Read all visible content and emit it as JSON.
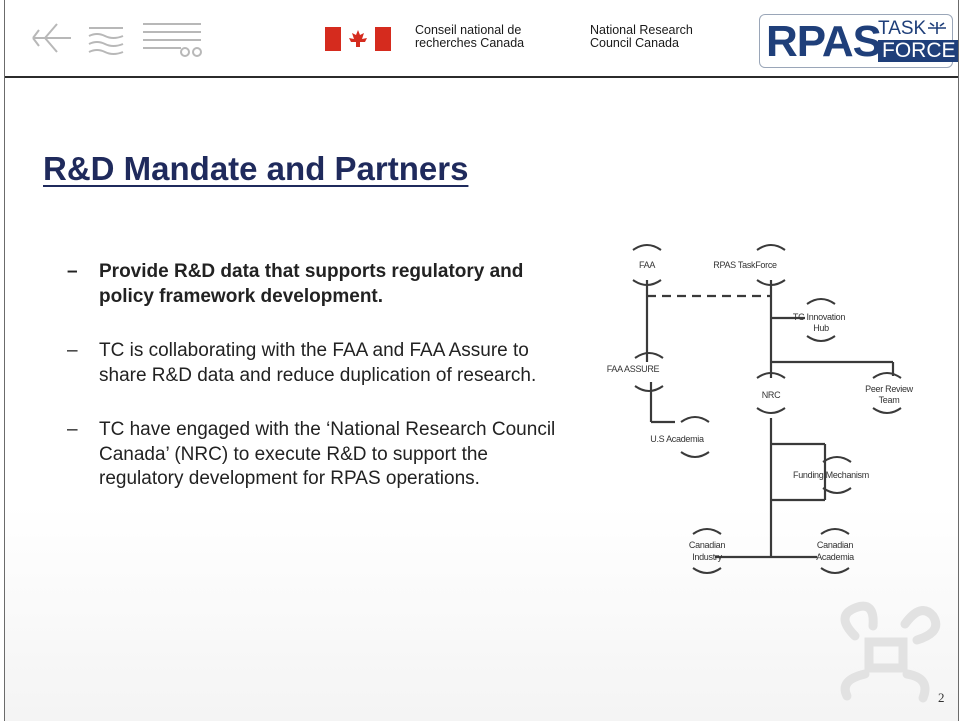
{
  "header": {
    "org_name_fr": "Conseil national de\nrecherches Canada",
    "org_name_en": "National Research\nCouncil Canada",
    "logo": {
      "big": "RPAS",
      "task": "TASK",
      "force": "FORCE"
    },
    "icons": [
      "plane-icon",
      "waves-icon",
      "train-icon",
      "canada-flag-icon",
      "drone-icon"
    ]
  },
  "slide": {
    "title": "R&D Mandate and Partners",
    "bullets": [
      {
        "dash": "–",
        "text": "Provide R&D data that supports regulatory and policy framework development."
      },
      {
        "dash": "–",
        "text": "TC is collaborating with the FAA and FAA Assure to share R&D data and reduce duplication of research."
      },
      {
        "dash": "–",
        "text": "TC have engaged with the ‘National Research Council Canada’ (NRC) to execute R&D to support the regulatory development for RPAS operations."
      }
    ],
    "page_number": "2"
  },
  "diagram": {
    "nodes": {
      "faa": "FAA",
      "rpas_taskforce": "RPAS TaskForce",
      "tc_innovation_hub_1": "TC Innovation",
      "tc_innovation_hub_2": "Hub",
      "faa_assure": "FAA ASSURE",
      "nrc": "NRC",
      "peer_review_1": "Peer Review",
      "peer_review_2": "Team",
      "us_academia": "U.S Academia",
      "funding_mechanism": "Funding Mechanism",
      "canadian_industry_1": "Canadian",
      "canadian_industry_2": "Industry",
      "canadian_academia_1": "Canadian",
      "canadian_academia_2": "Academia"
    }
  },
  "colors": {
    "title": "#1f2a5c",
    "logo_blue": "#1f3f7a",
    "flag_red": "#d52b1e",
    "diagram_line": "#3a3a3a"
  }
}
